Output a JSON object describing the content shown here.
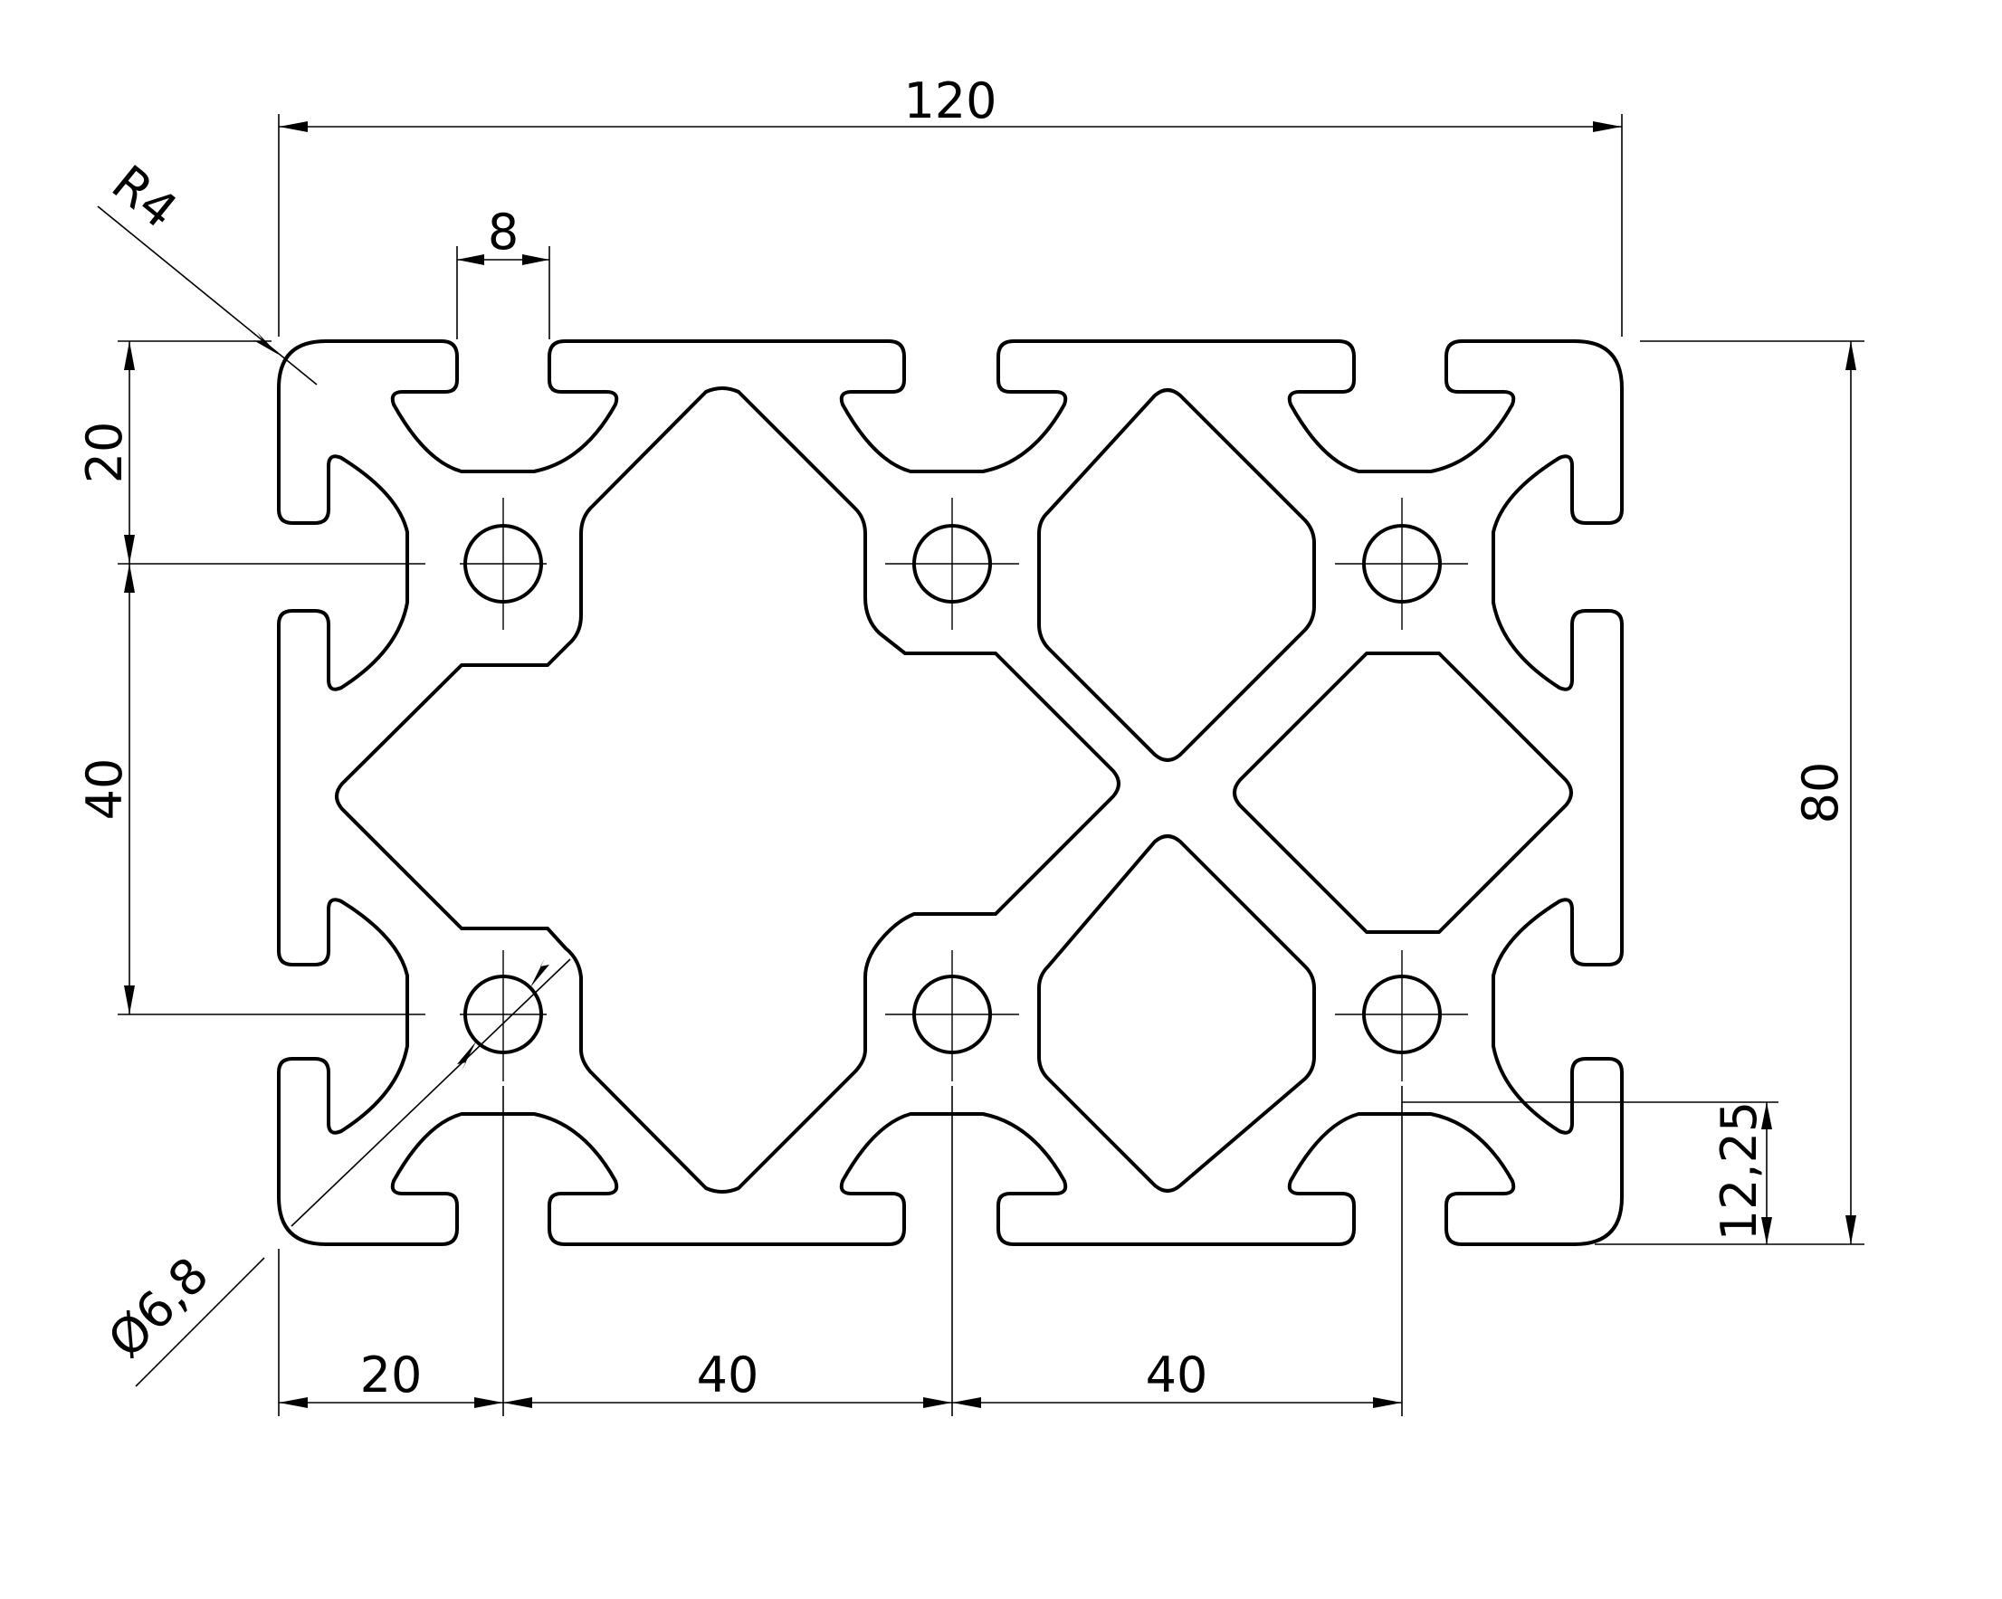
{
  "dimensions": {
    "total_width": "120",
    "total_height": "80",
    "slot_width": "8",
    "corner_radius": "R4",
    "hole_diameter": "Ø6,8",
    "left_top_offset": "20",
    "left_pitch": "40",
    "bottom_first_offset": "20",
    "bottom_pitch_1": "40",
    "bottom_pitch_2": "40",
    "slot_depth": "12,25"
  }
}
